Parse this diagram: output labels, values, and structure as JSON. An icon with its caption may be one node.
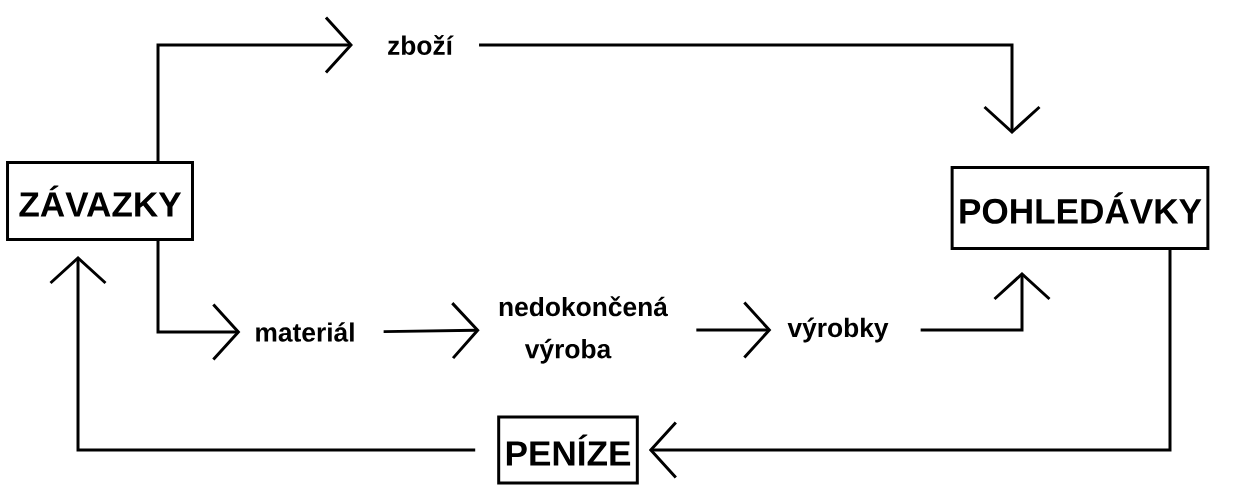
{
  "diagram": {
    "nodes": [
      {
        "text": [
          "ZÁVAZKY"
        ]
      },
      {
        "text": [
          "zboží"
        ]
      },
      {
        "text": [
          "POHLEDÁVKY"
        ]
      },
      {
        "text": [
          "materiál"
        ]
      },
      {
        "text": [
          "nedokončená výroba"
        ]
      },
      {
        "text": [
          "výrobky"
        ]
      },
      {
        "text": [
          "PENÍZE"
        ]
      }
    ],
    "edges": [
      {
        "from": 0,
        "to": 1,
        "arrow": "to"
      },
      {
        "from": 1,
        "to": 2,
        "arrow": "to"
      },
      {
        "from": 0,
        "to": 3,
        "arrow": "to"
      },
      {
        "from": 3,
        "to": 4,
        "arrow": "to"
      },
      {
        "from": 4,
        "to": 5,
        "arrow": "to"
      },
      {
        "from": 5,
        "to": 2,
        "arrow": "to"
      },
      {
        "from": 2,
        "to": 6,
        "arrow": "to"
      },
      {
        "from": 6,
        "to": 0,
        "arrow": "to"
      }
    ]
  }
}
